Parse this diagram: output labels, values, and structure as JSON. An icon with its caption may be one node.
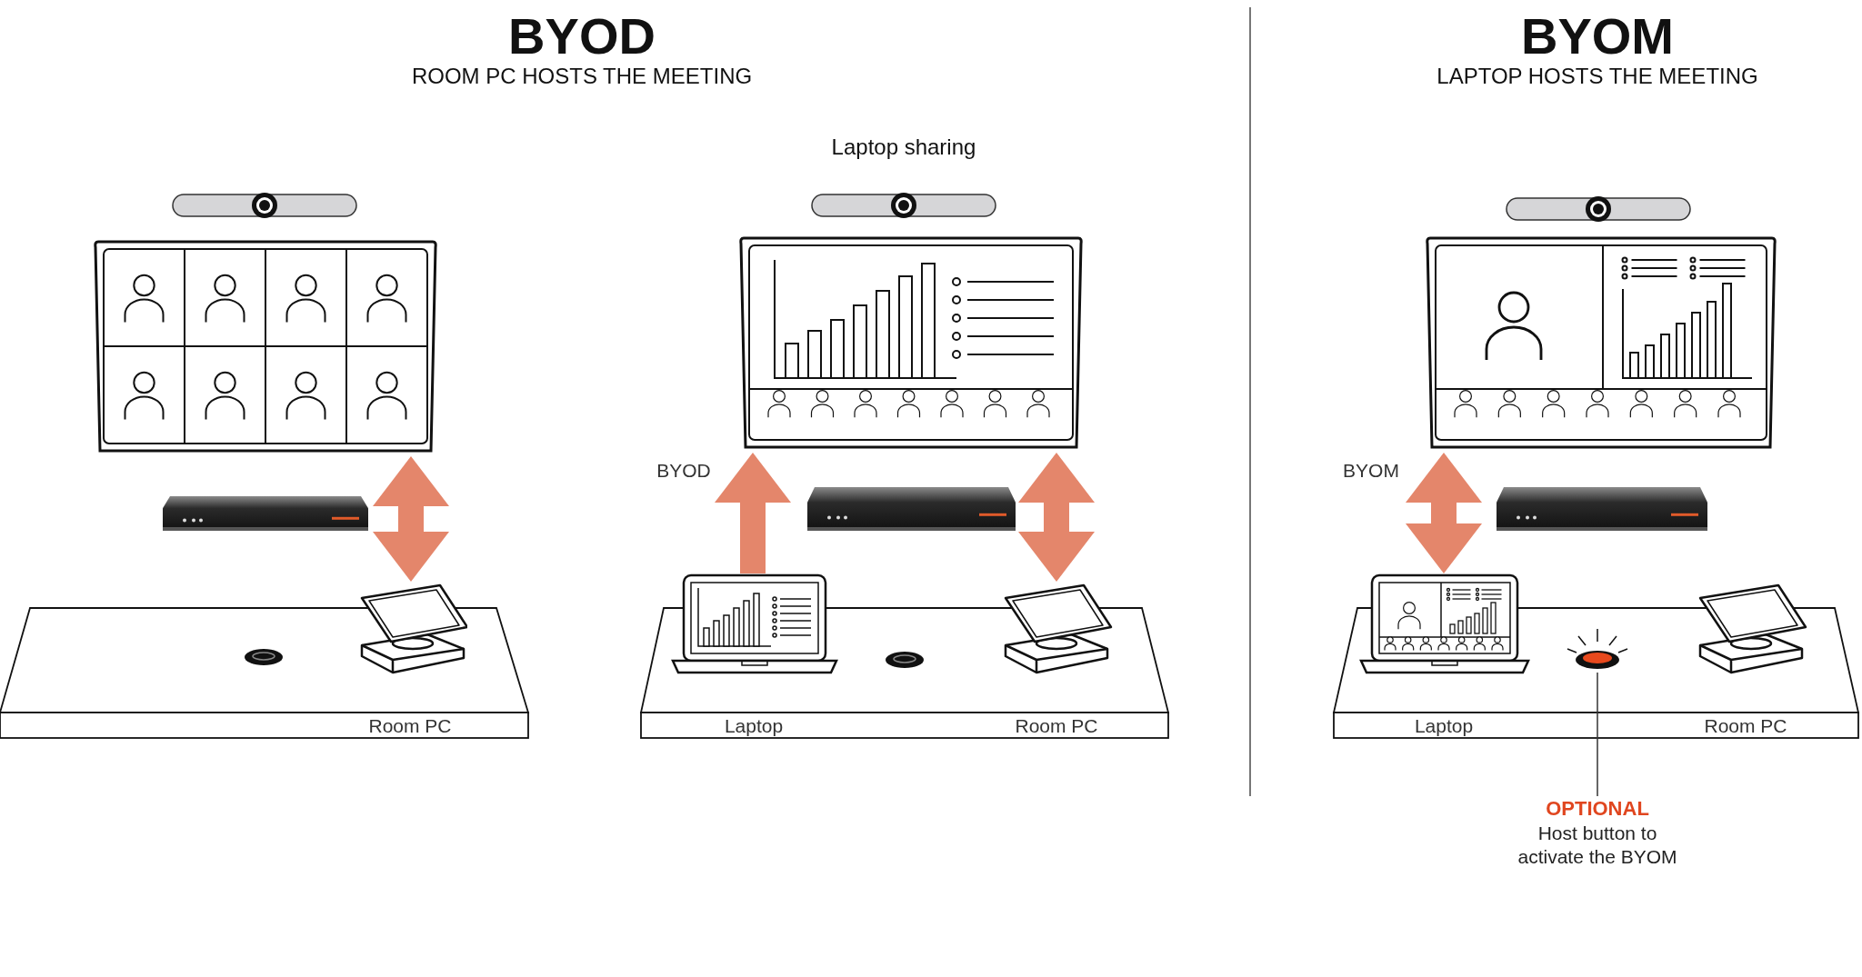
{
  "diagram": {
    "nodes": [
      {
        "text": [],
        "shape": "picture"
      },
      {
        "text": [],
        "shape": "picture"
      },
      {
        "text": [],
        "shape": "picture"
      },
      {
        "text": [],
        "shape": "picture"
      },
      {
        "text": [],
        "shape": "picture"
      },
      {
        "text": [],
        "shape": "picture"
      },
      {
        "text": [],
        "shape": "picture"
      },
      {
        "text": [],
        "shape": "picture"
      },
      {
        "text": [
          "OPTIONAL",
          "Host button to activate the BYOM"
        ]
      }
    ],
    "edges": [
      {
        "from": 1,
        "to": 0,
        "arrow": "both"
      },
      {
        "from": 3,
        "to": 2,
        "arrow": "to"
      },
      {
        "from": 4,
        "to": 2,
        "arrow": "both"
      },
      {
        "from": 6,
        "to": 5,
        "arrow": "both"
      },
      {
        "from": 8,
        "to": 7,
        "arrow": "none",
        "color": "#333333"
      }
    ],
    "labels": [
      "BYOD",
      "ROOM PC HOSTS THE MEETING",
      "BYOM",
      "LAPTOP HOSTS THE MEETING",
      "Laptop sharing",
      "BYOD",
      "BYOM",
      "Room PC",
      "Laptop",
      "Room PC",
      "Laptop",
      "Room PC"
    ]
  }
}
